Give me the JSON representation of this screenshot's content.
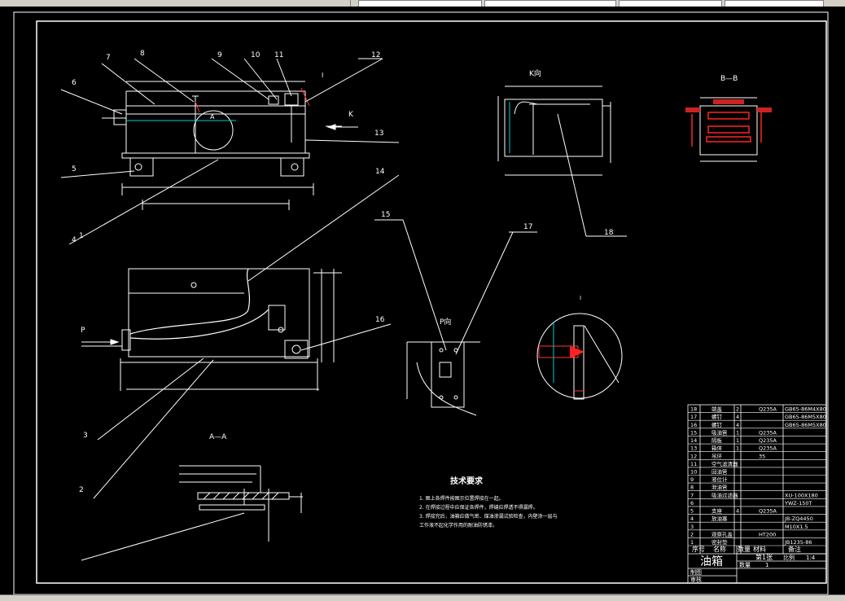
{
  "drawing": {
    "part_numbers": [
      "1",
      "2",
      "3",
      "4",
      "5",
      "6",
      "7",
      "8",
      "9",
      "10",
      "11",
      "12",
      "13",
      "14",
      "15",
      "16",
      "17",
      "18"
    ],
    "view_labels": {
      "k_direction": "K向",
      "b_section": "B—B",
      "a_section": "A—A",
      "p_direction": "P向",
      "detail_one": "I",
      "arrow_k": "K",
      "arrow_p": "P",
      "section_a_mark": "A"
    },
    "tech_req": {
      "title": "技术要求",
      "lines": [
        "1. 图上各焊件按图示位置焊接在一起。",
        "2. 在焊接过程中应保证各焊件，焊缝应焊透不得漏焊。",
        "3. 焊接完后，油箱应做气密、煤油渗漏试验检查，内壁涂一层与",
        "   工作液不起化学作用的耐油防锈漆。"
      ]
    },
    "bom": {
      "rows": [
        {
          "no": "18",
          "name": "端盖",
          "qty": "2",
          "material": "Q235A",
          "note": "GB65-86M4X80"
        },
        {
          "no": "17",
          "name": "螺钉",
          "qty": "4",
          "material": "",
          "note": "GB65-86M5X80"
        },
        {
          "no": "16",
          "name": "螺钉",
          "qty": "4",
          "material": "",
          "note": "GB65-86M5X80"
        },
        {
          "no": "15",
          "name": "吸油管",
          "qty": "1",
          "material": "Q235A",
          "note": ""
        },
        {
          "no": "14",
          "name": "隔板",
          "qty": "1",
          "material": "Q235A",
          "note": ""
        },
        {
          "no": "13",
          "name": "箱体",
          "qty": "1",
          "material": "Q235A",
          "note": ""
        },
        {
          "no": "12",
          "name": "吊环",
          "qty": "",
          "material": "35",
          "note": ""
        },
        {
          "no": "11",
          "name": "空气滤清器",
          "qty": "",
          "material": "",
          "note": ""
        },
        {
          "no": "10",
          "name": "回油管",
          "qty": "",
          "material": "",
          "note": ""
        },
        {
          "no": "9",
          "name": "液位计",
          "qty": "",
          "material": "",
          "note": ""
        },
        {
          "no": "8",
          "name": "泄油管",
          "qty": "",
          "material": "",
          "note": ""
        },
        {
          "no": "7",
          "name": "吸油过滤器",
          "qty": "",
          "material": "",
          "note": "XU-100X180"
        },
        {
          "no": "6",
          "name": "",
          "qty": "",
          "material": "",
          "note": "YWZ-150T"
        },
        {
          "no": "5",
          "name": "支座",
          "qty": "4",
          "material": "Q235A",
          "note": ""
        },
        {
          "no": "4",
          "name": "放油塞",
          "qty": "",
          "material": "",
          "note": "JB-ZQ4450"
        },
        {
          "no": "3",
          "name": "",
          "qty": "",
          "material": "",
          "note": "M10X1.5"
        },
        {
          "no": "2",
          "name": "观察孔盖",
          "qty": "",
          "material": "HT200",
          "note": ""
        },
        {
          "no": "1",
          "name": "密封垫",
          "qty": "",
          "material": "",
          "note": "JB1235-86"
        }
      ],
      "header": {
        "no": "序号",
        "name": "名称",
        "qty": "数量",
        "material": "材料",
        "note": "备注"
      },
      "title": "油箱",
      "sheet": "第1张",
      "qty_label": "数量",
      "qty_value": "1",
      "scale_label": "比例",
      "scale_value": "1:4",
      "drawn": "制图",
      "checked": "审核"
    }
  }
}
